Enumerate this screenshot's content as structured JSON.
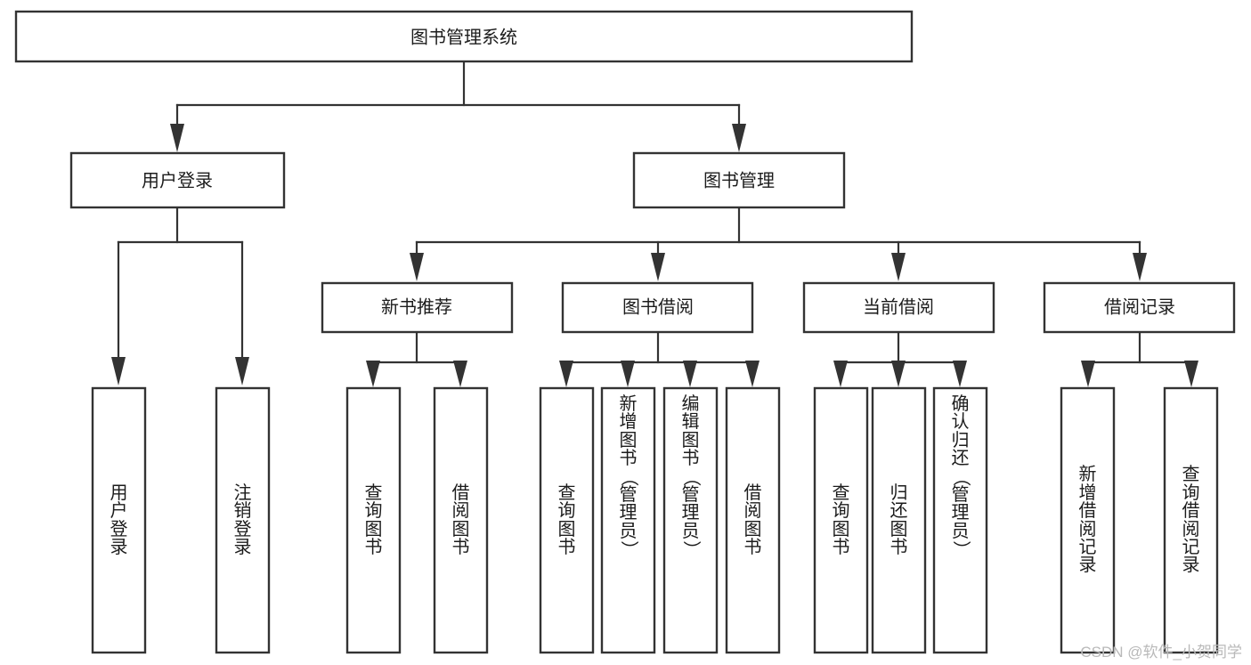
{
  "diagram": {
    "title": "图书管理系统",
    "type": "hierarchy-tree",
    "root": {
      "id": "root",
      "label": "图书管理系统",
      "orientation": "horizontal"
    },
    "level2": [
      {
        "id": "user-login",
        "label": "用户登录",
        "orientation": "horizontal"
      },
      {
        "id": "book-manage",
        "label": "图书管理",
        "orientation": "horizontal"
      }
    ],
    "level3": [
      {
        "id": "new-book-recommend",
        "label": "新书推荐",
        "orientation": "horizontal",
        "parent": "book-manage"
      },
      {
        "id": "book-borrow",
        "label": "图书借阅",
        "orientation": "horizontal",
        "parent": "book-manage"
      },
      {
        "id": "current-borrow",
        "label": "当前借阅",
        "orientation": "horizontal",
        "parent": "book-manage"
      },
      {
        "id": "borrow-record",
        "label": "借阅记录",
        "orientation": "horizontal",
        "parent": "book-manage"
      }
    ],
    "leaves": [
      {
        "id": "leaf-user-login",
        "parent": "user-login",
        "orientation": "vertical",
        "chars": [
          "用",
          "户",
          "登",
          "录"
        ]
      },
      {
        "id": "leaf-logout",
        "parent": "user-login",
        "orientation": "vertical",
        "chars": [
          "注",
          "销",
          "登",
          "录"
        ]
      },
      {
        "id": "leaf-query-book-1",
        "parent": "new-book-recommend",
        "orientation": "vertical",
        "chars": [
          "查",
          "询",
          "图",
          "书"
        ]
      },
      {
        "id": "leaf-borrow-book-1",
        "parent": "new-book-recommend",
        "orientation": "vertical",
        "chars": [
          "借",
          "阅",
          "图",
          "书"
        ]
      },
      {
        "id": "leaf-query-book-2",
        "parent": "book-borrow",
        "orientation": "vertical",
        "chars": [
          "查",
          "询",
          "图",
          "书"
        ]
      },
      {
        "id": "leaf-add-book-admin",
        "parent": "book-borrow",
        "orientation": "vertical",
        "chars": [
          "新",
          "增",
          "图",
          "书",
          "（",
          "管",
          "理",
          "员",
          "）"
        ]
      },
      {
        "id": "leaf-edit-book-admin",
        "parent": "book-borrow",
        "orientation": "vertical",
        "chars": [
          "编",
          "辑",
          "图",
          "书",
          "（",
          "管",
          "理",
          "员",
          "）"
        ]
      },
      {
        "id": "leaf-borrow-book-2",
        "parent": "book-borrow",
        "orientation": "vertical",
        "chars": [
          "借",
          "阅",
          "图",
          "书"
        ]
      },
      {
        "id": "leaf-query-book-3",
        "parent": "current-borrow",
        "orientation": "vertical",
        "chars": [
          "查",
          "询",
          "图",
          "书"
        ]
      },
      {
        "id": "leaf-return-book",
        "parent": "current-borrow",
        "orientation": "vertical",
        "chars": [
          "归",
          "还",
          "图",
          "书"
        ]
      },
      {
        "id": "leaf-confirm-return-admin",
        "parent": "current-borrow",
        "orientation": "vertical",
        "chars": [
          "确",
          "认",
          "归",
          "还",
          "（",
          "管",
          "理",
          "员",
          "）"
        ]
      },
      {
        "id": "leaf-add-borrow-record",
        "parent": "borrow-record",
        "orientation": "vertical",
        "chars": [
          "新",
          "增",
          "借",
          "阅",
          "记",
          "录"
        ]
      },
      {
        "id": "leaf-query-borrow-record",
        "parent": "borrow-record",
        "orientation": "vertical",
        "chars": [
          "查",
          "询",
          "借",
          "阅",
          "记",
          "录"
        ]
      }
    ],
    "labels": {
      "root": "图书管理系统",
      "user_login": "用户登录",
      "book_manage": "图书管理",
      "new_book_recommend": "新书推荐",
      "book_borrow": "图书借阅",
      "current_borrow": "当前借阅",
      "borrow_record": "借阅记录",
      "leaf_user_login": "用户登录",
      "leaf_logout": "注销登录",
      "leaf_query_book_1": "查询图书",
      "leaf_borrow_book_1": "借阅图书",
      "leaf_query_book_2": "查询图书",
      "leaf_add_book_admin": "新增图书（管理员）",
      "leaf_edit_book_admin": "编辑图书（管理员）",
      "leaf_borrow_book_2": "借阅图书",
      "leaf_query_book_3": "查询图书",
      "leaf_return_book": "归还图书",
      "leaf_confirm_return_admin": "确认归还（管理员）",
      "leaf_add_borrow_record": "新增借阅记录",
      "leaf_query_borrow_record": "查询借阅记录"
    },
    "colors": {
      "stroke": "#333333",
      "fill": "#ffffff",
      "text": "#1c1c1c",
      "watermark": "#b9b9b9",
      "background": "#ffffff"
    }
  },
  "watermark": {
    "text": "CSDN @软件_小贺同学"
  }
}
